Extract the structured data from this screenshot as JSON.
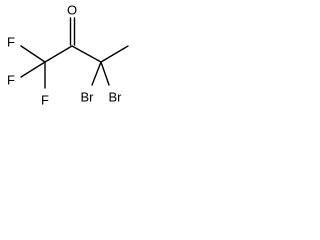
{
  "molecule": {
    "atom_labels": {
      "oxygen": "O",
      "fluorine_1": "F",
      "fluorine_2": "F",
      "fluorine_3": "F",
      "bromine_1": "Br",
      "bromine_2": "Br"
    },
    "colors": {
      "bond": "#000000",
      "label": "#000000",
      "background": "#ffffff"
    }
  }
}
